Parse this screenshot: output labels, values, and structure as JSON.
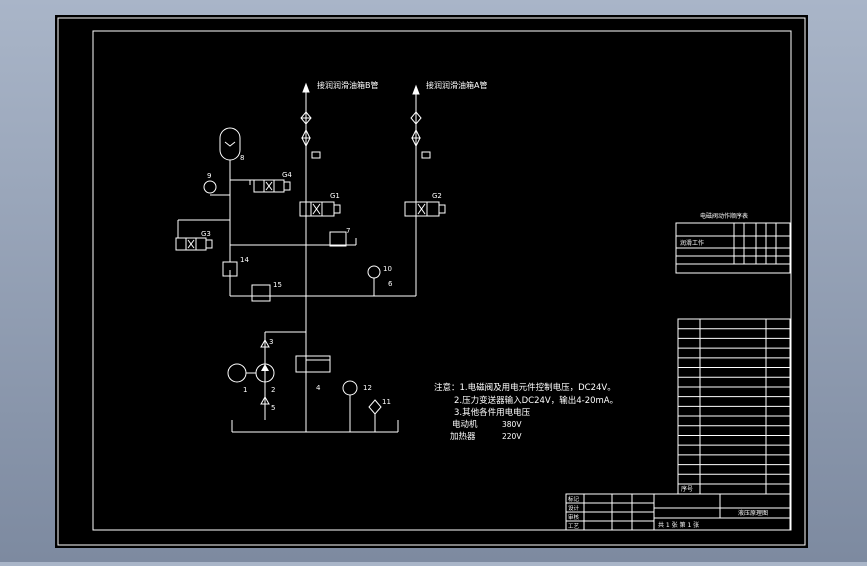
{
  "drawing": {
    "top_labels": [
      "接润润滑油箱B管",
      "接润润滑油箱A管"
    ],
    "component_numbers": [
      "1",
      "2",
      "3",
      "4",
      "5",
      "6",
      "7",
      "8",
      "9",
      "10",
      "11",
      "12",
      "14",
      "15"
    ],
    "valve_tags": [
      "G4",
      "G1",
      "G2",
      "G3"
    ],
    "notes": [
      "注意：1.电磁阀及用电元件控制电压，DC24V。",
      "2.压力变送器输入DC24V，输出4-20mA。",
      "3.其他各件用电电压"
    ],
    "power": [
      {
        "name": "电动机",
        "value": "380V"
      },
      {
        "name": "加热器",
        "value": "220V"
      }
    ],
    "table_title": "电磁阀动作顺序表",
    "table_first_row": "润滑工作",
    "bom_bottom": "序号",
    "title_block": {
      "drawing_name": "液压原理图",
      "sheet_info": "共 1 张  第 1 张",
      "left_labels": [
        "标记",
        "设计",
        "审核",
        "工艺"
      ]
    }
  },
  "colors": {
    "background": "#000000",
    "line": "#ffffff",
    "accent": "#ffff00"
  }
}
